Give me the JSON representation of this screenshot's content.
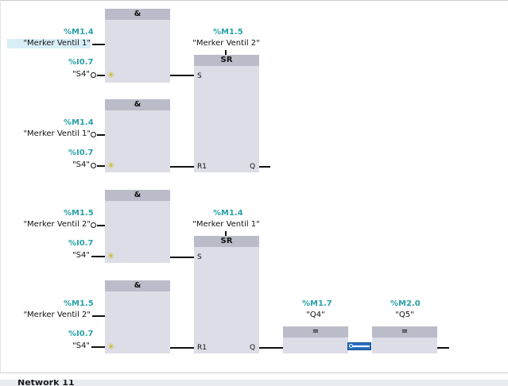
{
  "network": {
    "label": "Network 11"
  },
  "and_blocks": [
    {
      "title": "&"
    },
    {
      "title": "&"
    },
    {
      "title": "&"
    },
    {
      "title": "&"
    }
  ],
  "sr_blocks": [
    {
      "title": "SR",
      "pin_s": "S",
      "pin_r": "R1",
      "pin_q": "Q",
      "address": "%M1.5",
      "symbol": "\"Merker Ventil 2\""
    },
    {
      "title": "SR",
      "pin_s": "S",
      "pin_r": "R1",
      "pin_q": "Q",
      "address": "%M1.4",
      "symbol": "\"Merker Ventil 1\""
    }
  ],
  "assign_blocks": [
    {
      "title": "=",
      "address": "%M1.7",
      "symbol": "\"Q4\""
    },
    {
      "title": "=",
      "address": "%M2.0",
      "symbol": "\"Q5\""
    }
  ],
  "inputs": [
    {
      "address": "%M1.4",
      "symbol": "\"Merker Ventil 1\""
    },
    {
      "address": "%I0.7",
      "symbol": "\"S4\""
    },
    {
      "address": "%M1.4",
      "symbol": "\"Merker Ventil 1\""
    },
    {
      "address": "%I0.7",
      "symbol": "\"S4\""
    },
    {
      "address": "%M1.5",
      "symbol": "\"Merker Ventil 2\""
    },
    {
      "address": "%I0.7",
      "symbol": "\"S4\""
    },
    {
      "address": "%M1.5",
      "symbol": "\"Merker Ventil 2\""
    },
    {
      "address": "%I0.7",
      "symbol": "\"S4\""
    }
  ],
  "icons": {
    "edge": "rising-edge-icon",
    "negate": "negation-circle-icon",
    "empty": "empty-box-icon"
  },
  "colors": {
    "address": "#2aa0a8",
    "block_body": "#dcdde6",
    "block_header": "#babcc9",
    "selection": "#d8eef7"
  }
}
